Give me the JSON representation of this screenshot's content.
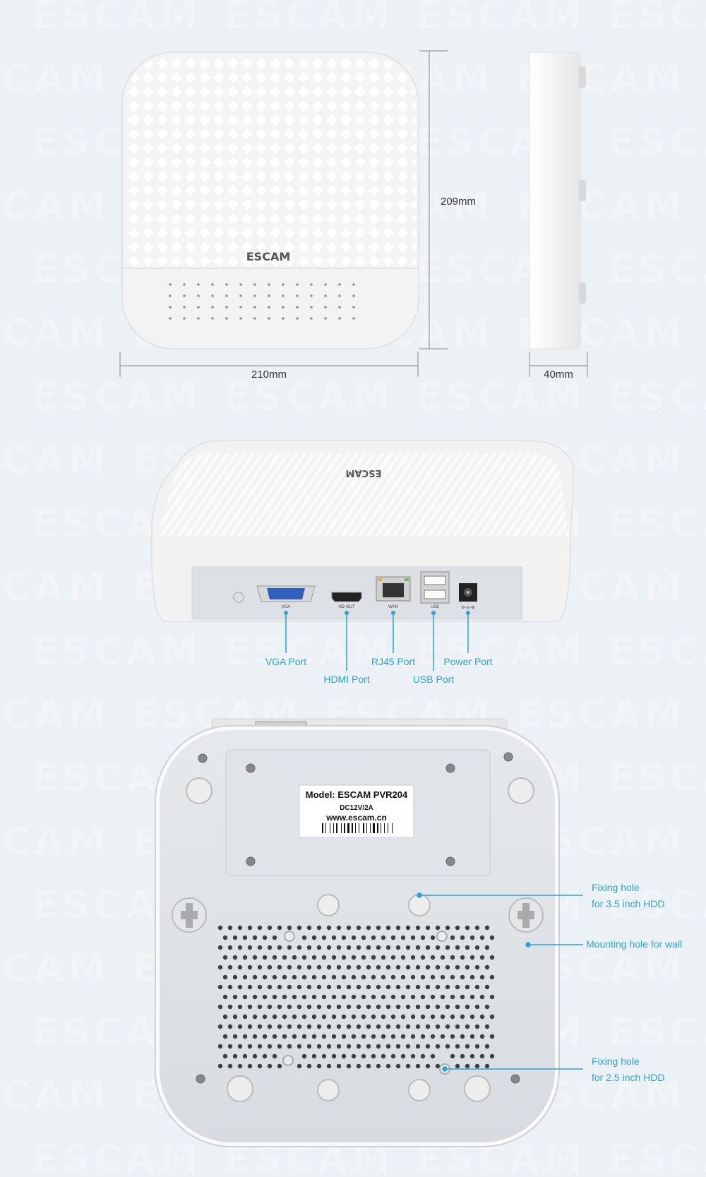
{
  "brand": {
    "logo": "ESCAM",
    "watermark": "ESCAM"
  },
  "dimensions": {
    "height": "209mm",
    "width": "210mm",
    "depth": "40mm"
  },
  "rear_panel": {
    "port_markings": [
      "VGA",
      "HD-OUT",
      "WAN",
      "USB"
    ],
    "callouts": {
      "vga": "VGA Port",
      "hdmi": "HDMI Port",
      "rj45": "RJ45 Port",
      "usb": "USB Port",
      "power": "Power Port"
    }
  },
  "label": {
    "model": "Model: ESCAM PVR204",
    "power": "DC12V/2A",
    "website": "www.escam.cn"
  },
  "bottom_callouts": {
    "hdd35_line1": "Fixing hole",
    "hdd35_line2": "for 3.5 inch HDD",
    "wall_mount": "Mounting hole for  wall",
    "hdd25_line1": "Fixing hole",
    "hdd25_line2": "for 2.5 inch HDD"
  },
  "colors": {
    "background": "#ecf1f6",
    "callout": "#29a3d6",
    "device": "#f7f7f7"
  }
}
